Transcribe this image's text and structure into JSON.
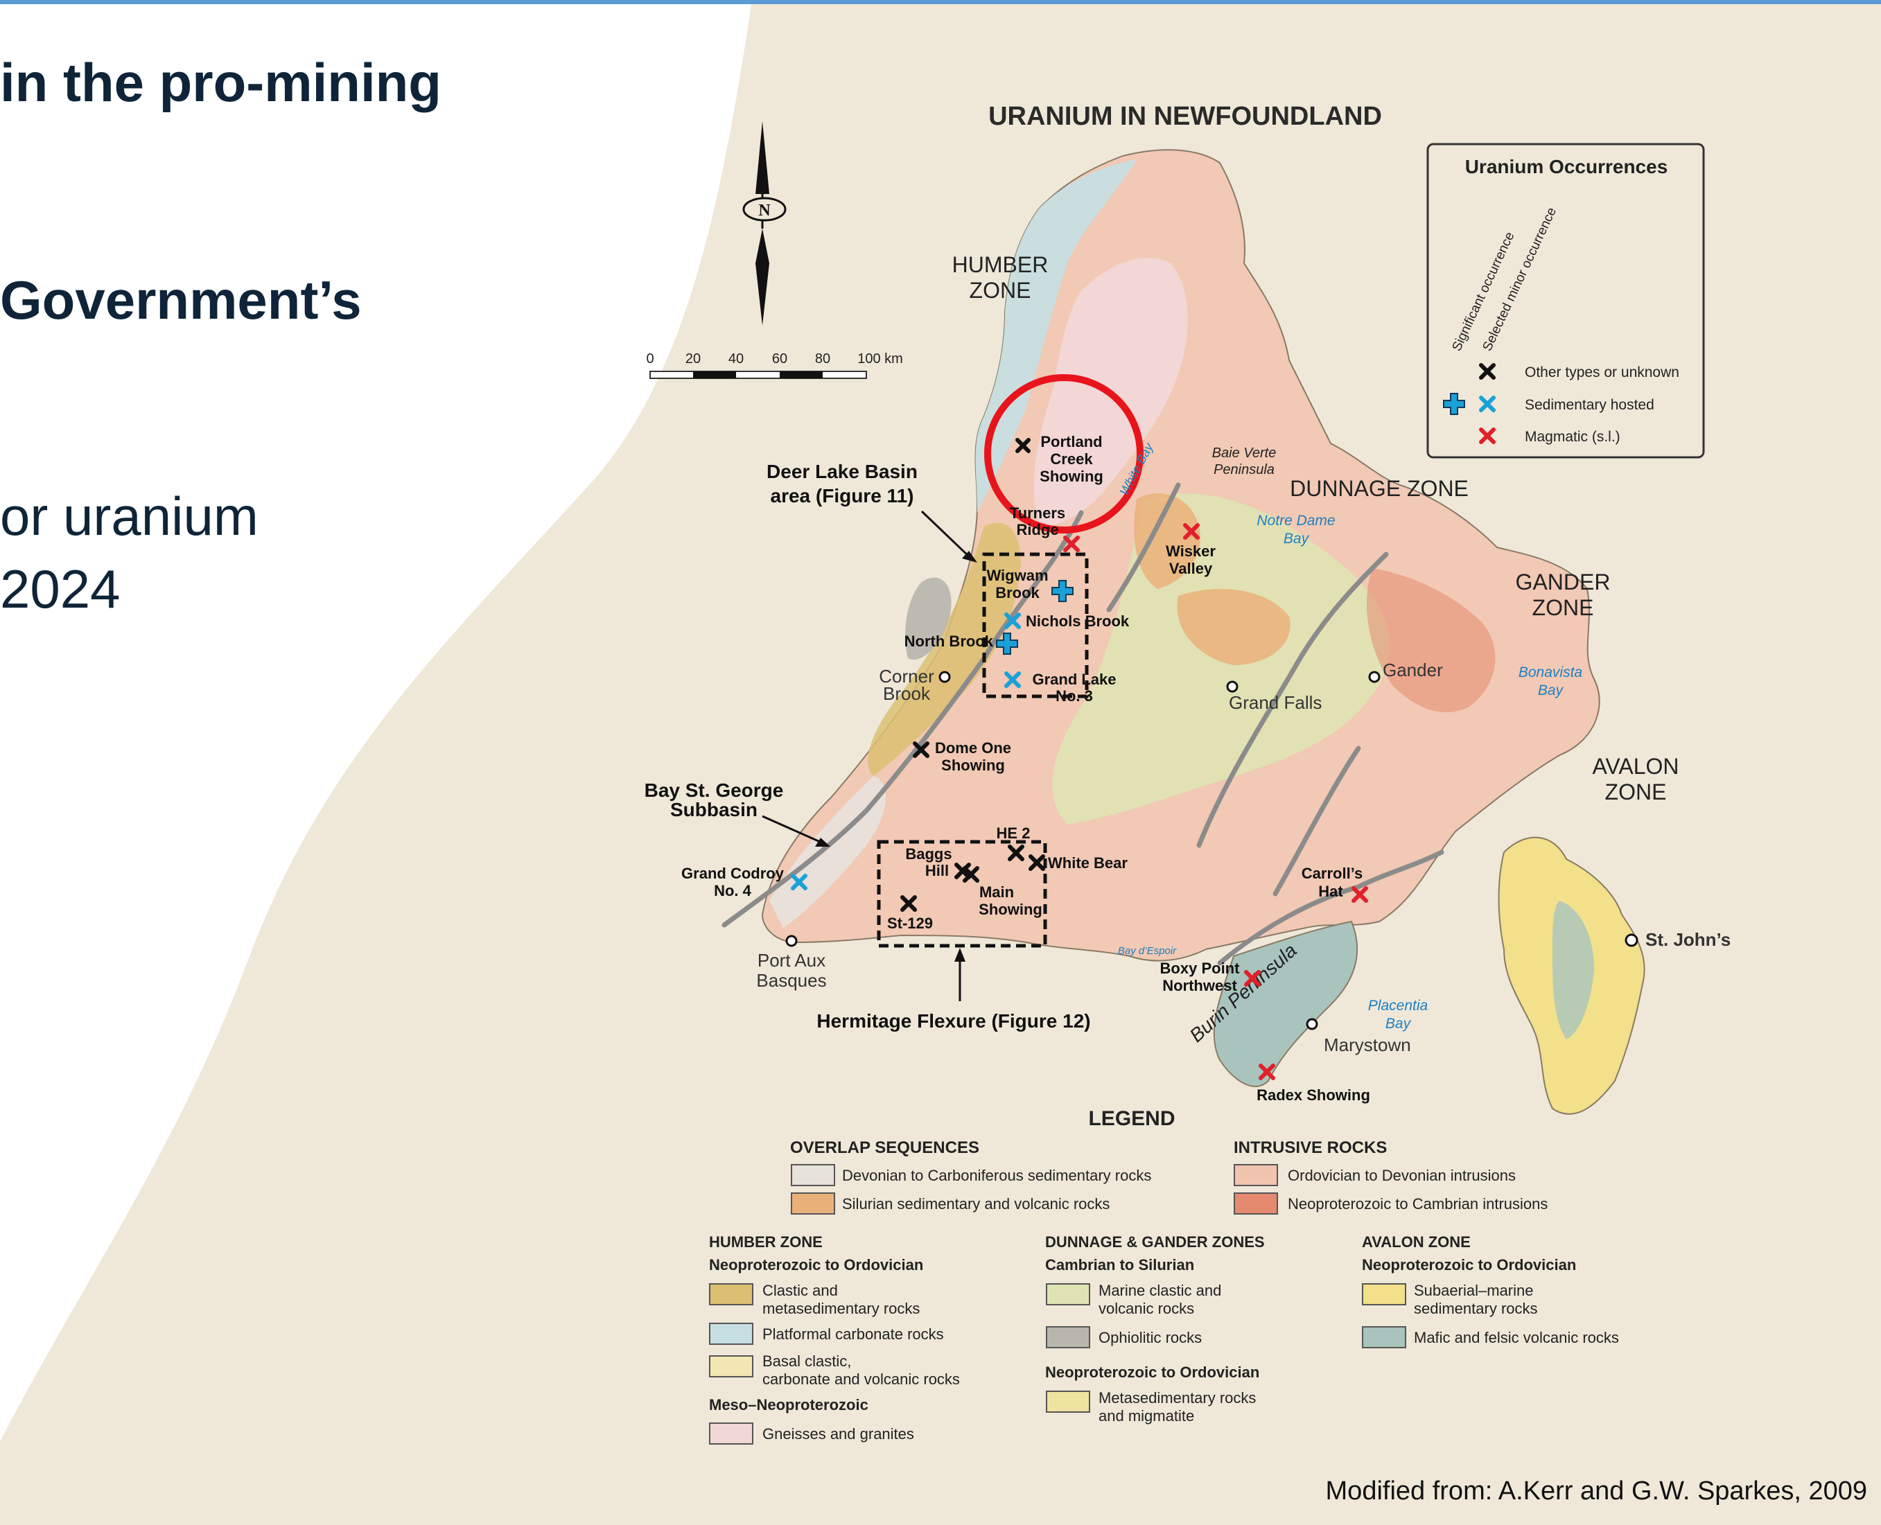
{
  "slide": {
    "text_line_1": "in the pro-mining",
    "text_line_2": "Government’s",
    "text_line_3": "or uranium",
    "text_line_4": "2024",
    "credit": "Modified from: A.Kerr and G.W. Sparkes, 2009"
  },
  "map": {
    "title": "URANIUM IN NEWFOUNDLAND",
    "north_label": "N",
    "scale": {
      "ticks": [
        "0",
        "20",
        "40",
        "60",
        "80",
        "100 km"
      ]
    },
    "zones": [
      {
        "id": "humber",
        "lines": [
          "HUMBER",
          "ZONE"
        ]
      },
      {
        "id": "dunnage",
        "lines": [
          "DUNNAGE ZONE"
        ]
      },
      {
        "id": "gander",
        "lines": [
          "GANDER",
          "ZONE"
        ]
      },
      {
        "id": "avalon",
        "lines": [
          "AVALON",
          "ZONE"
        ]
      }
    ],
    "areas": [
      {
        "id": "deer-lake",
        "lines": [
          "Deer Lake Basin",
          "area (Figure 11)"
        ]
      },
      {
        "id": "bay-st-george",
        "lines": [
          "Bay St. George",
          "Subbasin"
        ]
      },
      {
        "id": "hermitage",
        "lines": [
          "Hermitage Flexure (Figure 12)"
        ]
      }
    ],
    "water": [
      {
        "id": "notre-dame",
        "lines": [
          "Notre Dame",
          "Bay"
        ]
      },
      {
        "id": "bonavista",
        "lines": [
          "Bonavista",
          "Bay"
        ]
      },
      {
        "id": "placentia",
        "lines": [
          "Placentia",
          "Bay"
        ]
      },
      {
        "id": "bay-despoir",
        "lines": [
          "Bay d’Espoir"
        ]
      },
      {
        "id": "white-bay",
        "lines": [
          "White Bay"
        ]
      }
    ],
    "peninsulas": [
      {
        "id": "baie-verte",
        "lines": [
          "Baie Verte",
          "Peninsula"
        ]
      },
      {
        "id": "burin",
        "lines": [
          "Burin Peninsula"
        ]
      }
    ],
    "towns": [
      {
        "id": "corner-brook",
        "lines": [
          "Corner",
          "Brook"
        ]
      },
      {
        "id": "grand-falls",
        "lines": [
          "Grand Falls"
        ]
      },
      {
        "id": "gander",
        "lines": [
          "Gander"
        ]
      },
      {
        "id": "port-aux-basques",
        "lines": [
          "Port Aux",
          "Basques"
        ]
      },
      {
        "id": "marystown",
        "lines": [
          "Marystown"
        ]
      },
      {
        "id": "st-johns",
        "lines": [
          "St. John’s"
        ]
      }
    ],
    "occurrences": [
      {
        "id": "portland-creek",
        "lines": [
          "Portland",
          "Creek",
          "Showing"
        ],
        "type": "other",
        "significance": "minor",
        "color": "#111111"
      },
      {
        "id": "turners-ridge",
        "lines": [
          "Turners",
          "Ridge"
        ],
        "type": "magmatic",
        "significance": "minor",
        "color": "#e0202a"
      },
      {
        "id": "wisker-valley",
        "lines": [
          "Wisker",
          "Valley"
        ],
        "type": "magmatic",
        "significance": "minor",
        "color": "#e0202a"
      },
      {
        "id": "wigwam-brook",
        "lines": [
          "Wigwam",
          "Brook"
        ],
        "type": "sedimentary",
        "significance": "significant",
        "color": "#1ba1d8"
      },
      {
        "id": "nichols-brook",
        "lines": [
          "Nichols Brook"
        ],
        "type": "sedimentary",
        "significance": "minor",
        "color": "#1ba1d8"
      },
      {
        "id": "north-brook",
        "lines": [
          "North Brook"
        ],
        "type": "sedimentary",
        "significance": "significant",
        "color": "#1ba1d8"
      },
      {
        "id": "grand-lake",
        "lines": [
          "Grand Lake",
          "No. 3"
        ],
        "type": "sedimentary",
        "significance": "minor",
        "color": "#1ba1d8"
      },
      {
        "id": "dome-one",
        "lines": [
          "Dome One",
          "Showing"
        ],
        "type": "other",
        "significance": "minor",
        "color": "#111111"
      },
      {
        "id": "grand-codroy",
        "lines": [
          "Grand Codroy",
          "No. 4"
        ],
        "type": "sedimentary",
        "significance": "minor",
        "color": "#1ba1d8"
      },
      {
        "id": "baggs-hill",
        "lines": [
          "Baggs",
          "Hill"
        ],
        "type": "other",
        "significance": "minor",
        "color": "#111111"
      },
      {
        "id": "he-2",
        "lines": [
          "HE 2"
        ],
        "type": "other",
        "significance": "minor",
        "color": "#111111"
      },
      {
        "id": "white-bear",
        "lines": [
          "White Bear"
        ],
        "type": "other",
        "significance": "minor",
        "color": "#111111"
      },
      {
        "id": "main-showing",
        "lines": [
          "Main",
          "Showing"
        ],
        "type": "other",
        "significance": "minor",
        "color": "#111111"
      },
      {
        "id": "st-129",
        "lines": [
          "St-129"
        ],
        "type": "other",
        "significance": "minor",
        "color": "#111111"
      },
      {
        "id": "carrolls-hat",
        "lines": [
          "Carroll’s",
          "Hat"
        ],
        "type": "magmatic",
        "significance": "minor",
        "color": "#e0202a"
      },
      {
        "id": "boxy-point",
        "lines": [
          "Boxy Point",
          "Northwest"
        ],
        "type": "magmatic",
        "significance": "minor",
        "color": "#e0202a"
      },
      {
        "id": "radex",
        "lines": [
          "Radex Showing"
        ],
        "type": "magmatic",
        "significance": "minor",
        "color": "#e0202a"
      }
    ],
    "highlight": {
      "target": "Portland Creek Showing",
      "color": "#e8141c"
    },
    "occurrence_legend": {
      "title": "Uranium Occurrences",
      "col_headers": [
        "Significant occurrence",
        "Selected minor occurrence"
      ],
      "rows": [
        {
          "label": "Other types or unknown",
          "significant": false,
          "color": "#111111"
        },
        {
          "label": "Sedimentary hosted",
          "significant": true,
          "color": "#1ba1d8"
        },
        {
          "label": "Magmatic (s.l.)",
          "significant": false,
          "color": "#e0202a"
        }
      ]
    },
    "legend": {
      "title": "LEGEND",
      "overlap": {
        "title": "OVERLAP SEQUENCES",
        "items": [
          {
            "label": "Devonian to Carboniferous sedimentary rocks",
            "color": "#e8e2dc"
          },
          {
            "label": "Silurian sedimentary and volcanic rocks",
            "color": "#eab07a"
          }
        ]
      },
      "intrusive": {
        "title": "INTRUSIVE ROCKS",
        "items": [
          {
            "label": "Ordovician to Devonian intrusions",
            "color": "#f1c4b0"
          },
          {
            "label": "Neoproterozoic to Cambrian intrusions",
            "color": "#e58a6e"
          }
        ]
      },
      "humber": {
        "title": "HUMBER ZONE",
        "groups": [
          {
            "title": "Neoproterozoic to Ordovician",
            "items": [
              {
                "label": "Clastic and metasedimentary rocks",
                "color": "#dcbf72"
              },
              {
                "label": "Platformal carbonate rocks",
                "color": "#c7dfe2"
              },
              {
                "label": "Basal clastic, carbonate and volcanic  rocks",
                "color": "#f3e7b2"
              }
            ]
          },
          {
            "title": "Meso–Neoproterozoic",
            "items": [
              {
                "label": "Gneisses and granites",
                "color": "#f1d8d8"
              }
            ]
          }
        ]
      },
      "dunnage": {
        "title": "DUNNAGE & GANDER ZONES",
        "groups": [
          {
            "title": "Cambrian to Silurian",
            "items": [
              {
                "label": "Marine clastic and volcanic rocks",
                "color": "#dfe3b4"
              },
              {
                "label": "Ophiolitic rocks",
                "color": "#b7b5ad"
              }
            ]
          },
          {
            "title": "Neoproterozoic to Ordovician",
            "items": [
              {
                "label": "Metasedimentary rocks and migmatite",
                "color": "#efe3a0"
              }
            ]
          }
        ]
      },
      "avalon": {
        "title": "AVALON ZONE",
        "groups": [
          {
            "title": "Neoproterozoic to Ordovician",
            "items": [
              {
                "label": "Subaerial–marine sedimentary rocks",
                "color": "#f2e08a"
              },
              {
                "label": "Mafic and felsic volcanic rocks",
                "color": "#a8c4bd"
              }
            ]
          }
        ]
      }
    }
  }
}
